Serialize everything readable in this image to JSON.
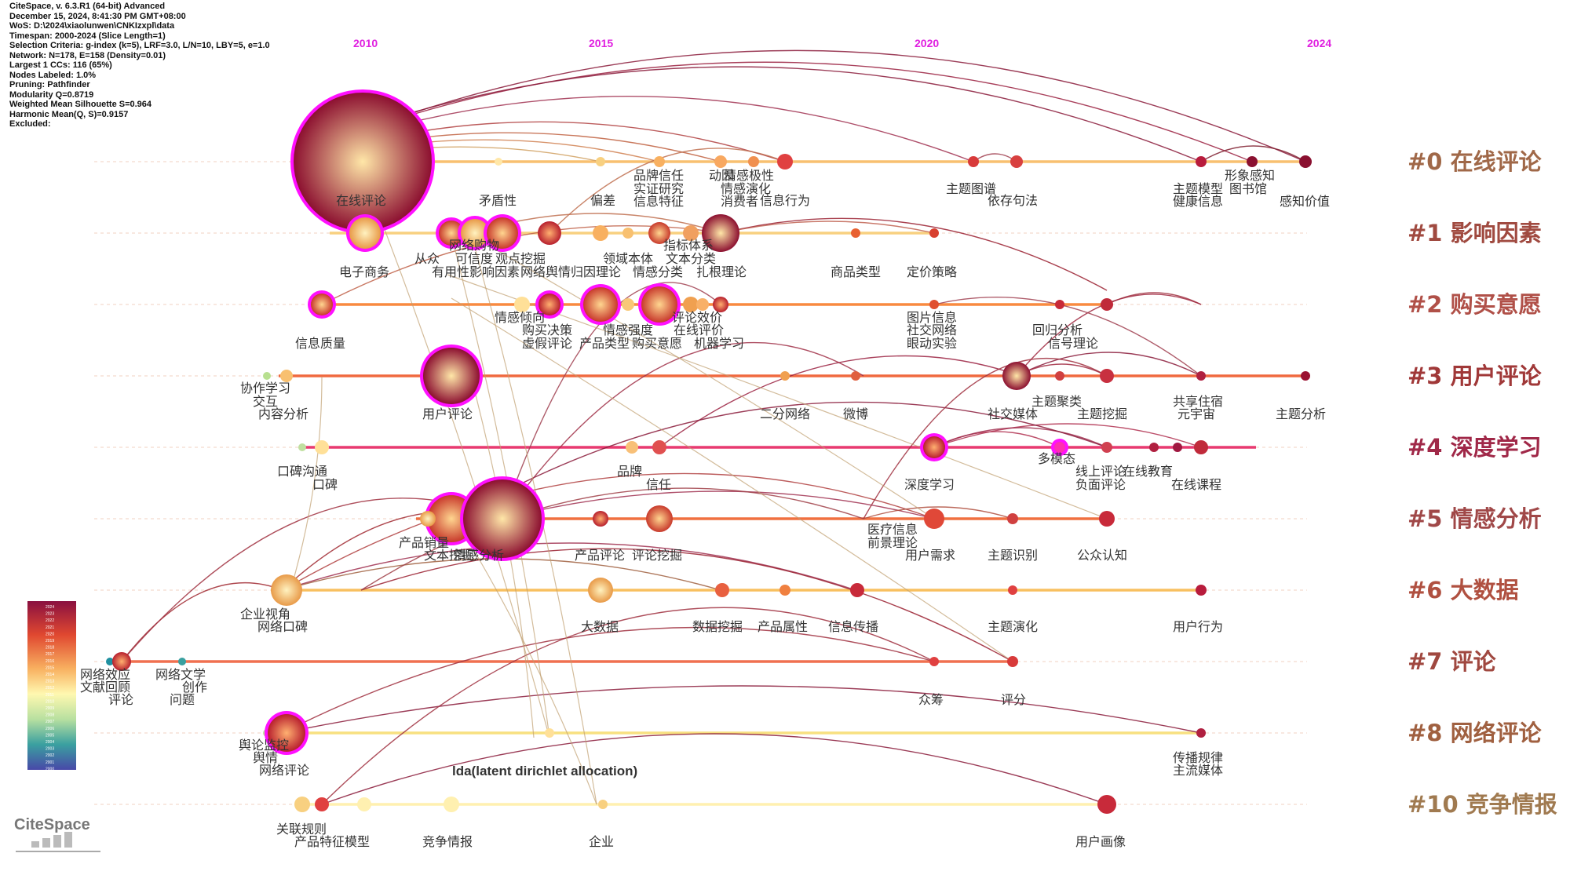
{
  "meta": {
    "lines": [
      "CiteSpace, v. 6.3.R1 (64-bit) Advanced",
      "December 15, 2024, 8:41:30 PM GMT+08:00",
      "WoS: D:\\2024\\xiaolunwen\\CNKIzxpl\\data",
      "Timespan: 2000-2024 (Slice Length=1)",
      "Selection Criteria: g-index (k=5), LRF=3.0, L/N=10, LBY=5, e=1.0",
      "Network: N=178, E=158 (Density=0.01)",
      "Largest 1 CCs: 116 (65%)",
      "Nodes Labeled: 1.0%",
      "Pruning: Pathfinder",
      "Modularity Q=0.8719",
      "Weighted Mean Silhouette S=0.964",
      "Harmonic Mean(Q, S)=0.9157",
      "Excluded:"
    ]
  },
  "years": [
    "2010",
    "2015",
    "2020",
    "2024"
  ],
  "clusters": [
    {
      "id": "#0",
      "name": "在线评论",
      "color": "#a06848"
    },
    {
      "id": "#1",
      "name": "影响因素",
      "color": "#a04a40"
    },
    {
      "id": "#2",
      "name": "购买意愿",
      "color": "#b05048"
    },
    {
      "id": "#3",
      "name": "用户评论",
      "color": "#a03838"
    },
    {
      "id": "#4",
      "name": "深度学习",
      "color": "#a02848"
    },
    {
      "id": "#5",
      "name": "情感分析",
      "color": "#a04848"
    },
    {
      "id": "#6",
      "name": "大数据",
      "color": "#b05040"
    },
    {
      "id": "#7",
      "name": "评论",
      "color": "#a04840"
    },
    {
      "id": "#8",
      "name": "网络评论",
      "color": "#a06040"
    },
    {
      "id": "#10",
      "name": "竞争情报",
      "color": "#a07a50"
    }
  ],
  "labels": {
    "r0": [
      "在线评论",
      "矛盾性",
      "品牌信任",
      "实证研究",
      "信息特征",
      "偏差",
      "动因",
      "情感极性",
      "情感演化",
      "消费者",
      "信息行为",
      "主题图谱",
      "依存句法",
      "主题模型",
      "健康信息",
      "图书馆",
      "形象感知",
      "感知价值"
    ],
    "r1": [
      "电子商务",
      "从众",
      "网络购物",
      "可信度",
      "观点挖掘",
      "有用性",
      "影响因素",
      "网络舆情",
      "归因理论",
      "情感分类",
      "领域本体",
      "文本分类",
      "指标体系",
      "扎根理论",
      "商品类型",
      "定价策略"
    ],
    "r2": [
      "信息质量",
      "情感倾向",
      "购买决策",
      "虚假评论",
      "情感强度",
      "产品类型",
      "购买意愿",
      "评论效价",
      "在线评价",
      "机器学习",
      "图片信息",
      "社交网络",
      "眼动实验",
      "回归分析",
      "信号理论"
    ],
    "r3": [
      "协作学习",
      "交互",
      "内容分析",
      "用户评论",
      "二分网络",
      "微博",
      "社交媒体",
      "主题聚类",
      "主题挖掘",
      "共享住宿",
      "元宇宙",
      "主题分析"
    ],
    "r4": [
      "口碑沟通",
      "口碑",
      "品牌",
      "信任",
      "深度学习",
      "多模态",
      "线上评论",
      "负面评论",
      "在线教育",
      "在线课程"
    ],
    "r5": [
      "产品销量",
      "文本挖掘",
      "情感分析",
      "产品评论",
      "评论挖掘",
      "医疗信息",
      "前景理论",
      "用户需求",
      "主题识别",
      "公众认知"
    ],
    "r6": [
      "企业视角",
      "网络口碑",
      "大数据",
      "数据挖掘",
      "产品属性",
      "信息传播",
      "主题演化",
      "用户行为"
    ],
    "r7": [
      "网络效应",
      "文献回顾",
      "评论",
      "网络文学",
      "创作",
      "问题",
      "众筹",
      "评分"
    ],
    "r8": [
      "舆论监控",
      "舆情",
      "网络评论",
      "传播规律",
      "主流媒体"
    ],
    "r10": [
      "lda(latent dirichlet allocation)",
      "关联规则",
      "产品特征模型",
      "竞争情报",
      "企业",
      "用户画像"
    ]
  },
  "legend_years": [
    "2024",
    "2023",
    "2022",
    "2021",
    "2020",
    "2019",
    "2018",
    "2017",
    "2016",
    "2015",
    "2014",
    "2013",
    "2012",
    "2011",
    "2010",
    "2009",
    "2008",
    "2007",
    "2006",
    "2005",
    "2004",
    "2003",
    "2002",
    "2001",
    "2000"
  ],
  "logo": "CiteSpace",
  "colors": {
    "year": "#e020e0",
    "burst": "#ff10ff"
  }
}
